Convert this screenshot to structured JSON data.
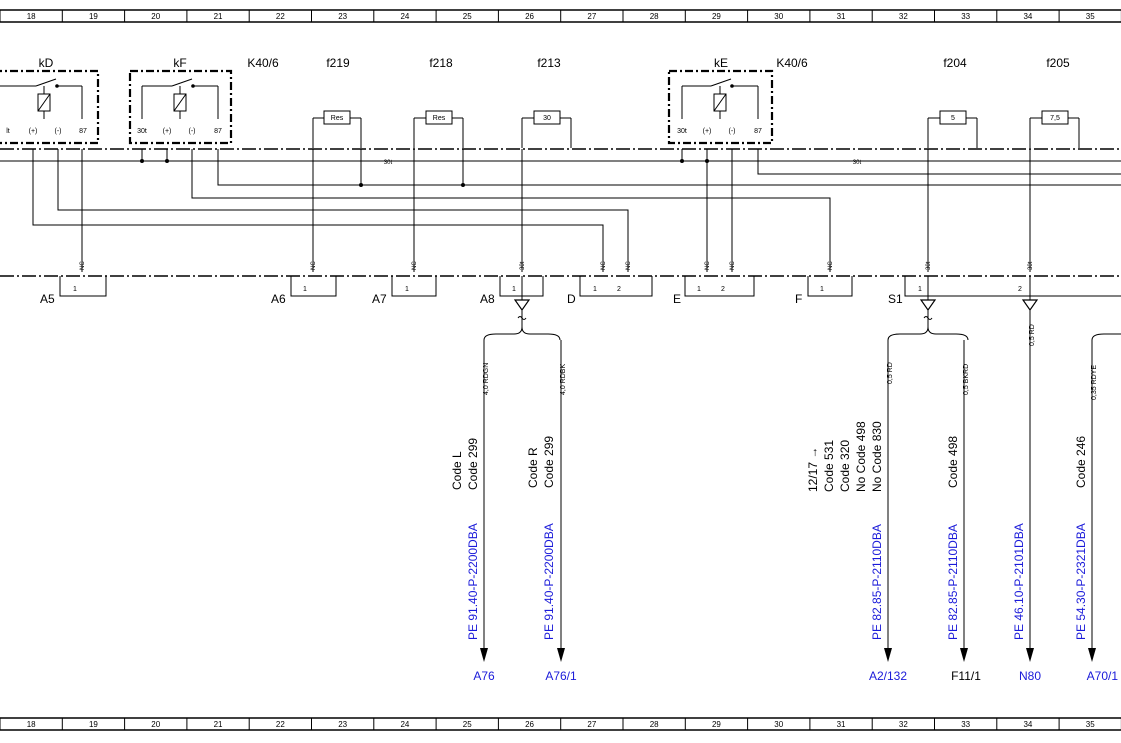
{
  "grid_labels": [
    "18",
    "19",
    "20",
    "21",
    "22",
    "23",
    "24",
    "25",
    "26",
    "27",
    "28",
    "29",
    "30",
    "31",
    "32",
    "33",
    "34",
    "35"
  ],
  "relays": {
    "kD": {
      "name": "kD",
      "pins": [
        "lt",
        "(+)",
        "(-)",
        "87"
      ]
    },
    "kF": {
      "name": "kF",
      "pins": [
        "30t",
        "(+)",
        "(-)",
        "87"
      ],
      "ref": "K40/6"
    },
    "kE": {
      "name": "kE",
      "pins": [
        "30t",
        "(+)",
        "(-)",
        "87"
      ],
      "ref": "K40/6"
    }
  },
  "fuses": {
    "f219": {
      "name": "f219",
      "value": "Res"
    },
    "f218": {
      "name": "f218",
      "value": "Res"
    },
    "f213": {
      "name": "f213",
      "value": "30"
    },
    "f204": {
      "name": "f204",
      "value": "5"
    },
    "f205": {
      "name": "f205",
      "value": "7,5"
    }
  },
  "bus_label": "30t",
  "tags": {
    "nc": "NC",
    "t30": "30t"
  },
  "connectors": {
    "A5": {
      "name": "A5",
      "pins": [
        "1"
      ]
    },
    "A6": {
      "name": "A6",
      "pins": [
        "1"
      ]
    },
    "A7": {
      "name": "A7",
      "pins": [
        "1"
      ]
    },
    "A8": {
      "name": "A8",
      "pins": [
        "1"
      ]
    },
    "D": {
      "name": "D",
      "pins": [
        "1",
        "2"
      ]
    },
    "E": {
      "name": "E",
      "pins": [
        "1",
        "2"
      ]
    },
    "F": {
      "name": "F",
      "pins": [
        "1"
      ]
    },
    "S1": {
      "name": "S1",
      "pins": [
        "1",
        "2"
      ]
    }
  },
  "wires": [
    {
      "color": "4,0 RDGN",
      "codes": [
        "Code L",
        "Code 299"
      ],
      "ref": "PE 91.40-P-2200DBA",
      "dest": "A76"
    },
    {
      "color": "4,0 RDBK",
      "codes": [
        "Code R",
        "Code 299"
      ],
      "ref": "PE 91.40-P-2200DBA",
      "dest": "A76/1"
    },
    {
      "color": "0,5 RD",
      "codes": [
        "12/17 →",
        "Code 531",
        "Code 320",
        "No  Code 498",
        "No  Code 830"
      ],
      "ref": "PE 82.85-P-2110DBA",
      "dest": "A2/132"
    },
    {
      "color": "0,5 BKRD",
      "codes": [
        "Code 498"
      ],
      "ref": "PE 82.85-P-2110DBA",
      "dest": "F11/1"
    },
    {
      "color": "0,5 RD",
      "codes": [],
      "ref": "PE 46.10-P-2101DBA",
      "dest": "N80"
    },
    {
      "color": "0,35 RDYE",
      "codes": [
        "Code 246"
      ],
      "ref": "PE 54.30-P-2321DBA",
      "dest": "A70/1"
    }
  ],
  "colors": {
    "line": "#000000",
    "link": "#1a1ad9",
    "background": "#ffffff"
  }
}
